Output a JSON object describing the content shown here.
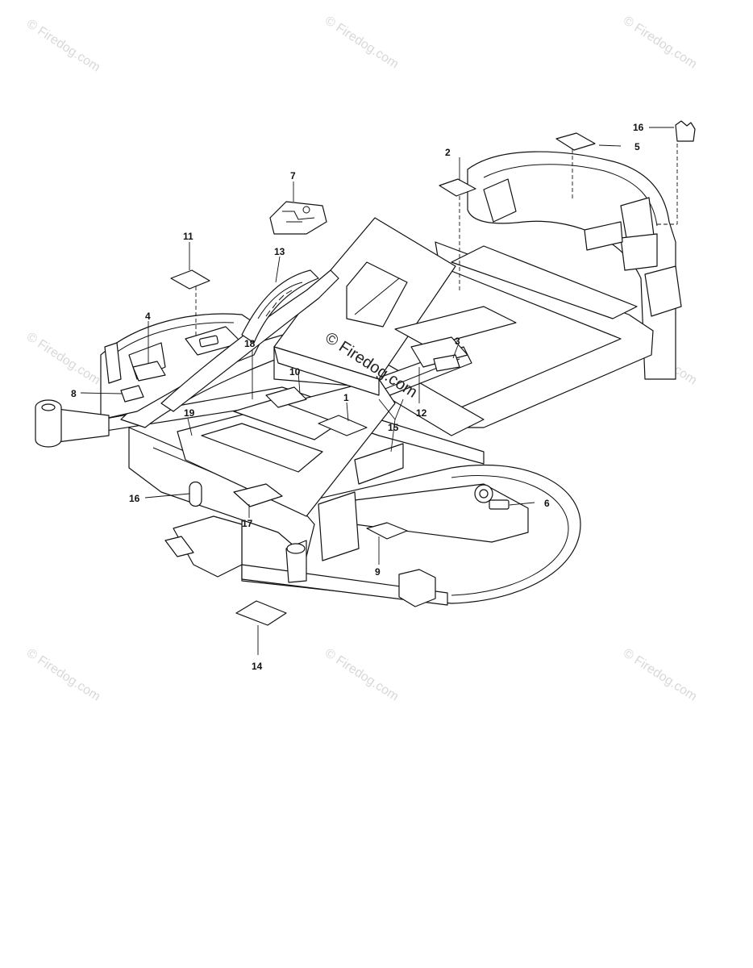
{
  "watermark": {
    "text": "© Firedog.com",
    "center_text": "© Firedog.com"
  },
  "callouts": [
    {
      "id": "c1",
      "label": "1"
    },
    {
      "id": "c2",
      "label": "2"
    },
    {
      "id": "c3",
      "label": "3"
    },
    {
      "id": "c4",
      "label": "4"
    },
    {
      "id": "c5",
      "label": "5"
    },
    {
      "id": "c6",
      "label": "6"
    },
    {
      "id": "c7",
      "label": "7"
    },
    {
      "id": "c8",
      "label": "8"
    },
    {
      "id": "c9",
      "label": "9"
    },
    {
      "id": "c10",
      "label": "10"
    },
    {
      "id": "c11",
      "label": "11"
    },
    {
      "id": "c12",
      "label": "12"
    },
    {
      "id": "c13",
      "label": "13"
    },
    {
      "id": "c14",
      "label": "14"
    },
    {
      "id": "c15",
      "label": "15"
    },
    {
      "id": "c16a",
      "label": "16"
    },
    {
      "id": "c16b",
      "label": "16"
    },
    {
      "id": "c17",
      "label": "17"
    },
    {
      "id": "c18",
      "label": "18"
    },
    {
      "id": "c19",
      "label": "19"
    }
  ]
}
